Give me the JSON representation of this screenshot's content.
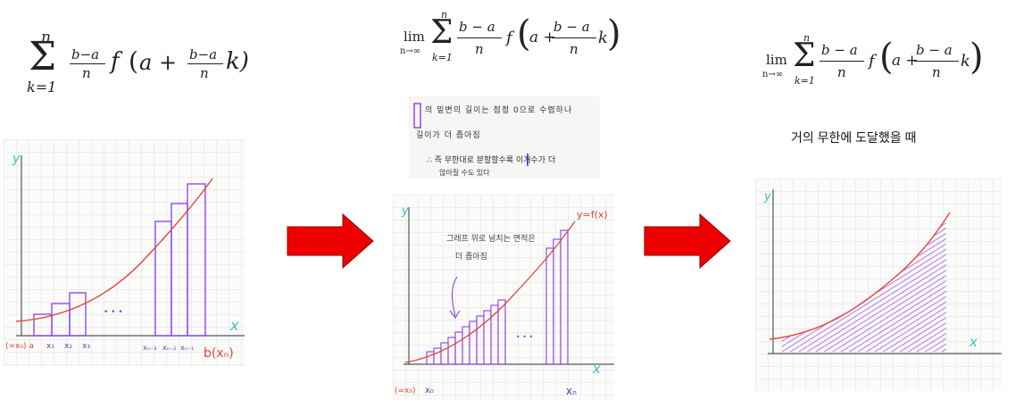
{
  "formula1": {
    "sum": "Σ",
    "upper": "n",
    "lower": "k=1",
    "frac_num": "b−a",
    "frac_den": "n",
    "fn": "f",
    "arg_a": "a +",
    "arg_k": "k)",
    "open": "("
  },
  "formula2": {
    "lim": "lim",
    "lim_sub": "n→∞",
    "sum": "Σ",
    "upper": "n",
    "lower": "k=1",
    "frac_num": "b − a",
    "frac_den": "n",
    "fn": "f",
    "arg_a": "a +",
    "arg_num": "b − a",
    "arg_den": "n",
    "arg_k": "k"
  },
  "formula3": {
    "lim": "lim",
    "lim_sub": "n→∞",
    "sum": "Σ",
    "upper": "n",
    "lower": "k=1",
    "frac_num": "b − a",
    "frac_den": "n",
    "fn": "f",
    "arg_a": "a +",
    "arg_num": "b − a",
    "arg_den": "n",
    "arg_k": "k"
  },
  "note": {
    "line1": "의 밑변의 길이는 점점 0으로 수렴하나",
    "line2": "길이가 더 좁아짐",
    "line3": "∴ 즉 무한대로 분할할수록 이개수가 더",
    "line4": "않아질 수도 있다"
  },
  "caption3": "거의 무한에 도달했을 때",
  "graph1": {
    "y_label": "y",
    "x_label": "x",
    "x_ticks": [
      "(=x₀) a",
      "x₁",
      "x₂",
      "x₃",
      "xₙ₋₃",
      "xₙ₋₂",
      "xₙ₋₁",
      "b(xₙ)"
    ],
    "dots": "• • •"
  },
  "graph2": {
    "y_label": "y",
    "x_label": "x",
    "curve_label": "y=f(x)",
    "annotation_line1": "그래프 위로 넘치는 면적은",
    "annotation_line2": "더 좁아짐",
    "x_ticks": [
      "(=x₀)",
      "x₀",
      "xₙ"
    ],
    "dots": "• • •"
  },
  "graph3": {
    "y_label": "y",
    "x_label": "x"
  },
  "colors": {
    "curve": "#e0483a",
    "bars": "#8a3fe0",
    "axis": "#555555",
    "axis_label": "#35c0c4",
    "arrow": "#ee0000",
    "hatch": "#9b40e8"
  },
  "icons": [
    "right-arrow-icon",
    "right-arrow-icon"
  ]
}
